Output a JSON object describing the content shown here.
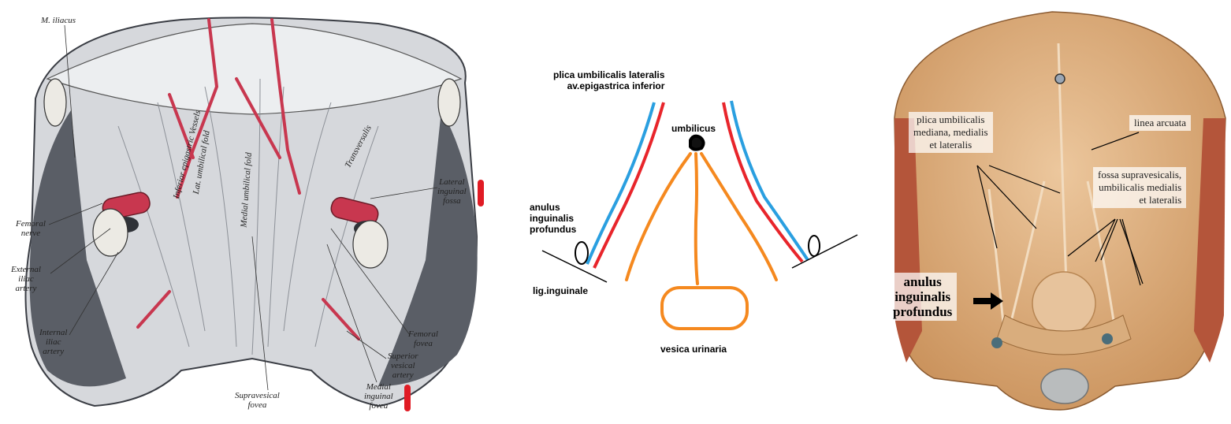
{
  "left_figure": {
    "labels": {
      "m_iliacus": "M. iliacus",
      "lateral_inguinal_fossa": "Lateral\ninguinal\nfossa",
      "femoral_nerve": "Femoral\nnerve",
      "external_iliac_artery": "External\niliac\nartery",
      "internal_iliac_artery": "Internal\niliac\nartery",
      "femoral_fovea": "Femoral\nfovea",
      "superior_vesical_artery": "Superior\nvesical\nartery",
      "medial_inguinal_fovea": "Medial\ninguinal\nfovea",
      "supravesical_fovea": "Supravesical\nfovea",
      "inferior_epigastric_vessels": "Inferior epigastric Vessels",
      "lateral_umbilical_fold": "Lat. umbilical fold",
      "medial_umbilical_fold": "Medial umbilical fold",
      "transversalis": "Transversalis"
    },
    "colors": {
      "vessel_red": "#c8374f",
      "marker_red": "#e01b24"
    }
  },
  "middle_figure": {
    "labels": {
      "plica": "plica umbilicalis lateralis\nav.epigastrica inferior",
      "umbilicus": "umbilicus",
      "anulus": "anulus\ninguinalis\nprofundus",
      "lig_inguinale": "lig.inguinale",
      "vesica": "vesica urinaria"
    },
    "colors": {
      "artery": "#e8252b",
      "vein": "#2a9fe0",
      "fold": "#f5891f",
      "line": "#000000"
    }
  },
  "right_figure": {
    "labels": {
      "plica_mediana": "plica umbilicalis\nmediana, medialis\net lateralis",
      "linea_arcuata": "linea arcuata",
      "fossa": "fossa supravesicalis,\numbilicalis medialis\net lateralis",
      "anulus_profundus": "anulus\ninguinalis\nprofundus"
    },
    "colors": {
      "wall": "#dcae7e",
      "muscle": "#b4553a"
    }
  }
}
